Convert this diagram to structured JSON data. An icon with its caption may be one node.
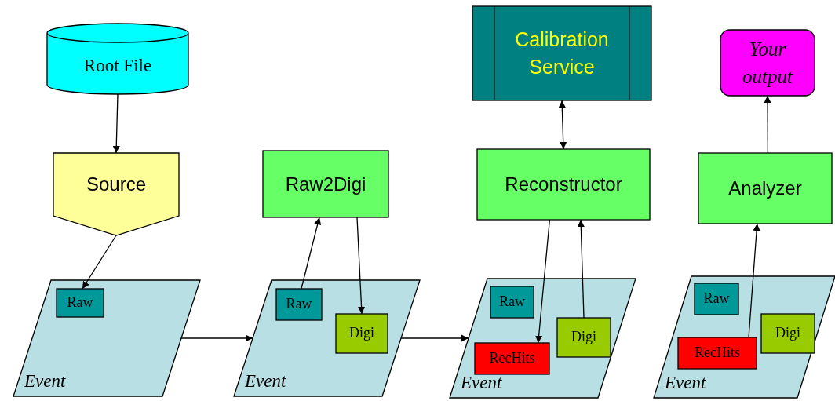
{
  "diagram": {
    "nodes": [
      {
        "text": [
          "Root File"
        ]
      },
      {
        "text": [
          "Calibration Service"
        ]
      },
      {
        "text": [
          "Your output"
        ]
      },
      {
        "text": [
          "Source"
        ]
      },
      {
        "text": [
          "Raw2Digi"
        ]
      },
      {
        "text": [
          "Reconstructor"
        ]
      },
      {
        "text": [
          "Analyzer"
        ]
      },
      {
        "text": [
          "Event"
        ]
      },
      {
        "text": [
          "Raw"
        ],
        "in": 7
      },
      {
        "text": [
          "Event"
        ]
      },
      {
        "text": [
          "Raw"
        ],
        "in": 9
      },
      {
        "text": [
          "Digi"
        ],
        "in": 9
      },
      {
        "text": [
          "Event"
        ]
      },
      {
        "text": [
          "Raw"
        ],
        "in": 12
      },
      {
        "text": [
          "RecHits"
        ],
        "in": 12
      },
      {
        "text": [
          "Digi"
        ],
        "in": 12
      },
      {
        "text": [
          "Event"
        ]
      },
      {
        "text": [
          "Raw"
        ],
        "in": 16
      },
      {
        "text": [
          "RecHits"
        ],
        "in": 16
      },
      {
        "text": [
          "Digi"
        ],
        "in": 16
      }
    ],
    "edges": [
      {
        "from": 0,
        "to": 3,
        "arrow": "to"
      },
      {
        "from": 3,
        "to": 8,
        "arrow": "to"
      },
      {
        "from": 7,
        "to": 9,
        "arrow": "to"
      },
      {
        "from": 10,
        "to": 4,
        "arrow": "to"
      },
      {
        "from": 4,
        "to": 11,
        "arrow": "to"
      },
      {
        "from": 9,
        "to": 12,
        "arrow": "to"
      },
      {
        "from": 5,
        "to": 14,
        "arrow": "to"
      },
      {
        "from": 15,
        "to": 5,
        "arrow": "to"
      },
      {
        "from": 1,
        "to": 5,
        "arrow": "both"
      },
      {
        "from": 18,
        "to": 6,
        "arrow": "to"
      },
      {
        "from": 6,
        "to": 2,
        "arrow": "to"
      }
    ]
  }
}
